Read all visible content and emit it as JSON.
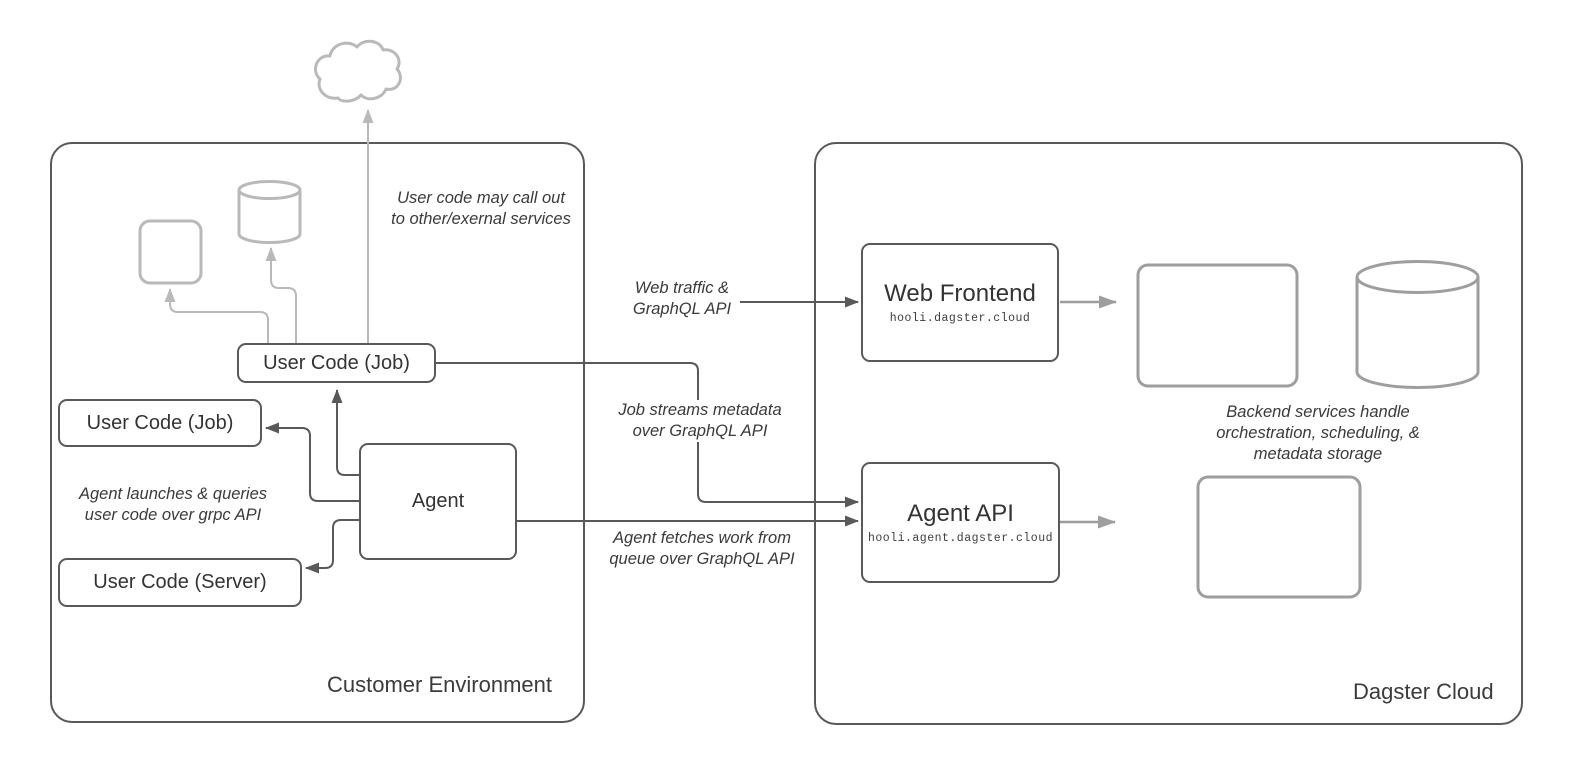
{
  "diagram": {
    "customer_environment": {
      "label": "Customer Environment",
      "nodes": {
        "user_code_job_top": {
          "label": "User Code (Job)"
        },
        "user_code_job_left": {
          "label": "User Code (Job)"
        },
        "user_code_server": {
          "label": "User Code (Server)"
        },
        "agent": {
          "label": "Agent"
        }
      },
      "annotations": {
        "external_services": "User code may call out\nto other/exernal services",
        "grpc": "Agent launches & queries\nuser code over grpc API"
      },
      "shapes": [
        "cloud",
        "external-service-square",
        "database-cylinder"
      ]
    },
    "dagster_cloud": {
      "label": "Dagster Cloud",
      "nodes": {
        "web_frontend": {
          "title": "Web Frontend",
          "subtitle": "hooli.dagster.cloud"
        },
        "agent_api": {
          "title": "Agent API",
          "subtitle": "hooli.agent.dagster.cloud"
        }
      },
      "annotations": {
        "backend_services": "Backend services handle\norchestration, scheduling, &\nmetadata storage"
      },
      "shapes": [
        "backend-service-box",
        "database-cylinder",
        "backend-service-box-2"
      ]
    },
    "edge_labels": {
      "web_traffic": "Web traffic &\nGraphQL API",
      "job_streams": "Job streams metadata\nover GraphQL API",
      "agent_fetches": "Agent fetches work from\nqueue over GraphQL API"
    },
    "colors": {
      "stroke_dark": "#595959",
      "stroke_light": "#b9b9b9",
      "stroke_gray": "#9e9e9e",
      "text": "#333333"
    }
  }
}
